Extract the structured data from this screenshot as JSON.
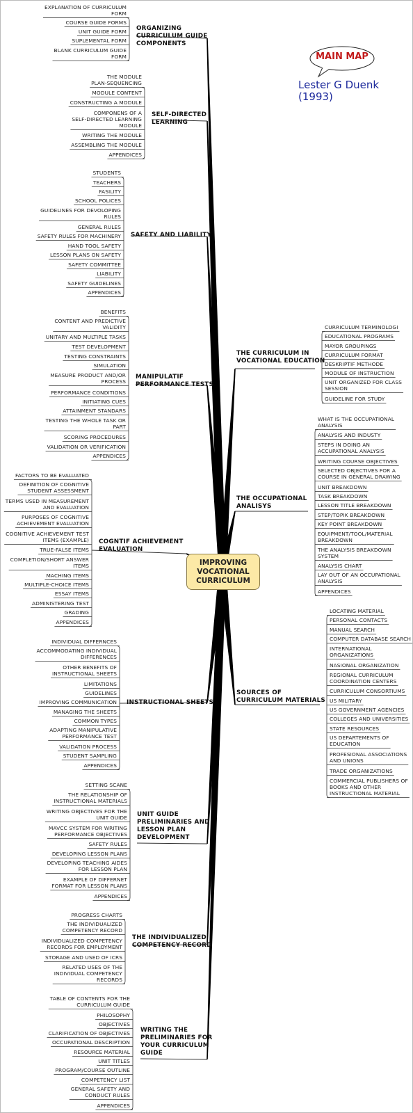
{
  "central": "IMPROVING\nVOCATIONAL\nCURRICULUM",
  "legend": {
    "title": "MAIN MAP",
    "author": "Lester G Duenk\n(1993)"
  },
  "branches": [
    {
      "title": "ORGANIZING\nCURRICULUM GUIDE\nCOMPONENTS",
      "side": "left",
      "items": [
        "EXPLANATION OF CURRICULUM\nFORM",
        "COURSE GUIDE FORMS",
        "UNIT GUIDE FORM",
        "SUPLEMENTAL FORM",
        "BLANK CURRICULUM GUIDE\nFORM"
      ]
    },
    {
      "title": "SELF-DIRECTED\nLEARNING",
      "side": "left",
      "items": [
        "THE MODULE\nPLAN-SEQUENCING",
        "MODULE CONTENT",
        "CONSTRUCTING A MODULE",
        "COMPONENS OF A\nSELF-DIRECTED LEARNING\nMODULE",
        "WRITING THE MODULE",
        "ASSEMBLING THE MODULE",
        "APPENDICES"
      ]
    },
    {
      "title": "SAFETY AND LIABILITY",
      "side": "left",
      "items": [
        "STUDENTS",
        "TEACHERS",
        "FASILITY",
        "SCHOOL POLICES",
        "GUIDELINES FOR DEVOLOPING\nRULES",
        "GENERAL RULES",
        "SAFETY RULES FOR MACHINERY",
        "HAND TOOL SAFETY",
        "LESSON PLANS ON SAFETY",
        "SAFETY COMMITTEE",
        "LIABILITY",
        "SAFETY GUIDELINES",
        "APPENDICES"
      ]
    },
    {
      "title": "MANIPULATIF\nPERFORMANCE TESTS",
      "side": "left",
      "items": [
        "BENEFITS",
        "CONTENT AND PREDICTIVE\nVALIDITY",
        "UNITARY AND MULTIPLE TASKS",
        "TEST DEVELOPMENT",
        "TESTING CONSTRAINTS",
        "SIMULATION",
        "MEASURE PRODUCT AND/OR\nPROCESS",
        "PERFORMANCE CONDITIONS",
        "INITIATING CUES",
        "ATTAINMENT STANDARS",
        "TESTING THE WHOLE TASK OR\nPART",
        "SCORING PROCEDURES",
        "VALIDATION OR VERIFICATION",
        "APPENDICES"
      ]
    },
    {
      "title": "COGNTIF ACHIEVEMENT\nEVALUATION",
      "side": "left",
      "items": [
        "FACTORS TO BE EVALUATED",
        "DEFINITION OF COGNITIVE\nSTUDENT ASSESSMENT",
        "TERMS USED IN MEASUREMENT\nAND EVALUATION",
        "PURPOSES OF COGNITIVE\nACHIEVEMENT EVALUATION",
        "COGNITIVE ACHIEVEMENT TEST\nITEMS (EXAMPLE)",
        "TRUE-FALSE ITEMS",
        "COMPLETION/SHORT ANSWER\nITEMS",
        "MACHING ITEMS",
        "MULTIPLE-CHOICE ITEMS",
        "ESSAY ITEMS",
        "ADMINISTERING TEST",
        "GRADING",
        "APPENDICES"
      ]
    },
    {
      "title": "INSTRUCTIONAL SHEETS",
      "side": "left",
      "items": [
        "INDIVIDUAL DIFFERNCES",
        "ACCOMMODATING INDIVIDUAL\nDIFFERENCES",
        "OTHER BENEFITS OF\nINSTRUCTIONAL SHEETS",
        "LIMITATIONS",
        "GUIDELINES",
        "IMPROVING COMMUNICATION",
        "MANAGING THE SHEETS",
        "COMMON TYPES",
        "ADAPTING MANIPULATIVE\nPERFORMANCE TEST",
        "VALIDATION PROCESS",
        "STUDENT SAMPLING",
        "APPENDICES"
      ]
    },
    {
      "title": "UNIT GUIDE\nPRELIMINARIES AND\nLESSON PLAN\nDEVELOPMENT",
      "side": "left",
      "items": [
        "SETTING SCANE",
        "THE RELATIONSHIP OF\nINSTRUCTIONAL MATERIALS",
        "WRITING OBJECTIVES FOR THE\nUNIT GUIDE",
        "MAVCC SYSTEM FOR WRITING\nPERFORMANCE OBJECTIVES",
        "SAFETY RULES",
        "DEVELOPING LESSON PLANS",
        "DEVELOPING TEACHING AIDES\nFOR LESSON PLAN",
        "EXAMPLE OF DIFFERNET\nFORMAT FOR LESSON PLANS",
        "APPENDICES"
      ]
    },
    {
      "title": "THE INDIVIDUALIZED\nCOMPETENCY RECORD",
      "side": "left",
      "items": [
        "PROGRESS CHARTS",
        "THE INDIVIDUALIZED\nCOMPETENCY RECORD",
        "INDIVIDUALIZED COMPETENCY\nRECORDS FOR EMPLOYMENT",
        "STORAGE AND USED OF ICRS",
        "RELATED USES OF THE\nINDIVIDUAL COMPETENCY\nRECORDS"
      ]
    },
    {
      "title": "WRITING THE\nPRELIMINARIES FOR\nYOUR CURRICULUM\nGUIDE",
      "side": "left",
      "items": [
        "TABLE OF CONTENTS FOR THE\nCURRICULUM GUIDE",
        "PHILOSOPHY",
        "OBJECTIVES",
        "CLARIFICATION OF OBJECTIVES",
        "OCCUPATIONAL DESCRIPTION",
        "RESOURCE MATERIAL",
        "UNIT TITLES",
        "PROGRAM/COURSE OUTLINE",
        "COMPETENCY LIST",
        "GENERAL SAFETY AND\nCONDUCT RULES",
        "APPENDICES"
      ]
    },
    {
      "title": "THE CURRICULUM IN\nVOCATIONAL EDUCATION",
      "side": "right",
      "items": [
        "CURRICULUM TERMINOLOGI",
        "EDUCATIONAL PROGRAMS",
        "MAYOR GROUPINGS",
        "CURRICULUM FORMAT",
        "DESKRIPTIF METHODE",
        "MODULE OF INSTRUCTION",
        "UNIT ORGANIZED FOR CLASS\nSESSION",
        "GUIDELINE FOR STUDY"
      ]
    },
    {
      "title": "THE OCCUPATIONAL\nANALISYS",
      "side": "right",
      "items": [
        "WHAT IS THE OCCUPATIONAL\nANALYSIS",
        "ANALYSIS AND INDUSTY",
        "STEPS IN DOING AN\nACCUPATIONAL ANALYSIS",
        "WRITING COURSE OBJECTIVES",
        "SELECTED OBJECTIVES FOR A\nCOURSE IN GENERAL DRAWING",
        "UNIT BREAKDOWN",
        "TASK BREAKDOWN",
        "LESSON TITLE BREAKDOWN",
        "STEP/TOPIK BREAKDOWN",
        "KEY POINT BREAKDOWN",
        "EQUIPMENT/TOOL/MATERIAL\nBREAKDOWN",
        "THE ANALYSIS BREAKDOWN\nSYSTEM",
        "ANALYSIS CHART",
        "LAY OUT OF AN OCCUPATIONAL\nANALYSIS",
        "APPENDICES"
      ]
    },
    {
      "title": "SOURCES OF\nCURRICULUM MATERIALS",
      "side": "right",
      "items": [
        "LOCATING MATERIAL",
        "PERSONAL CONTACTS",
        "MANUAL SEARCH",
        "COMPUTER DATABASE SEARCH",
        "INTERNATIONAL\nORGANIZATIONS",
        "NASIONAL ORGANIZATION",
        "REGIONAL CURRICULUM\nCOORDINATION CENTERS",
        "CURRICULUM CONSORTIUMS",
        "US MILITARY",
        "US GOVERNMENT AGENCIES",
        "COLLEGES AND UNIVERSITIES",
        "STATE RESOURCES",
        "US DEPARTEMENTS OF\nEDUCATION",
        "PROFESIONAL ASSOCIATIONS\nAND UNIONS",
        "TRADE ORGANIZATIONS",
        "COMMERCIAL PUBLISHERS OF\nBOOKS AND OTHER\nINSTRUCTIONAL MATERIAL"
      ]
    }
  ]
}
